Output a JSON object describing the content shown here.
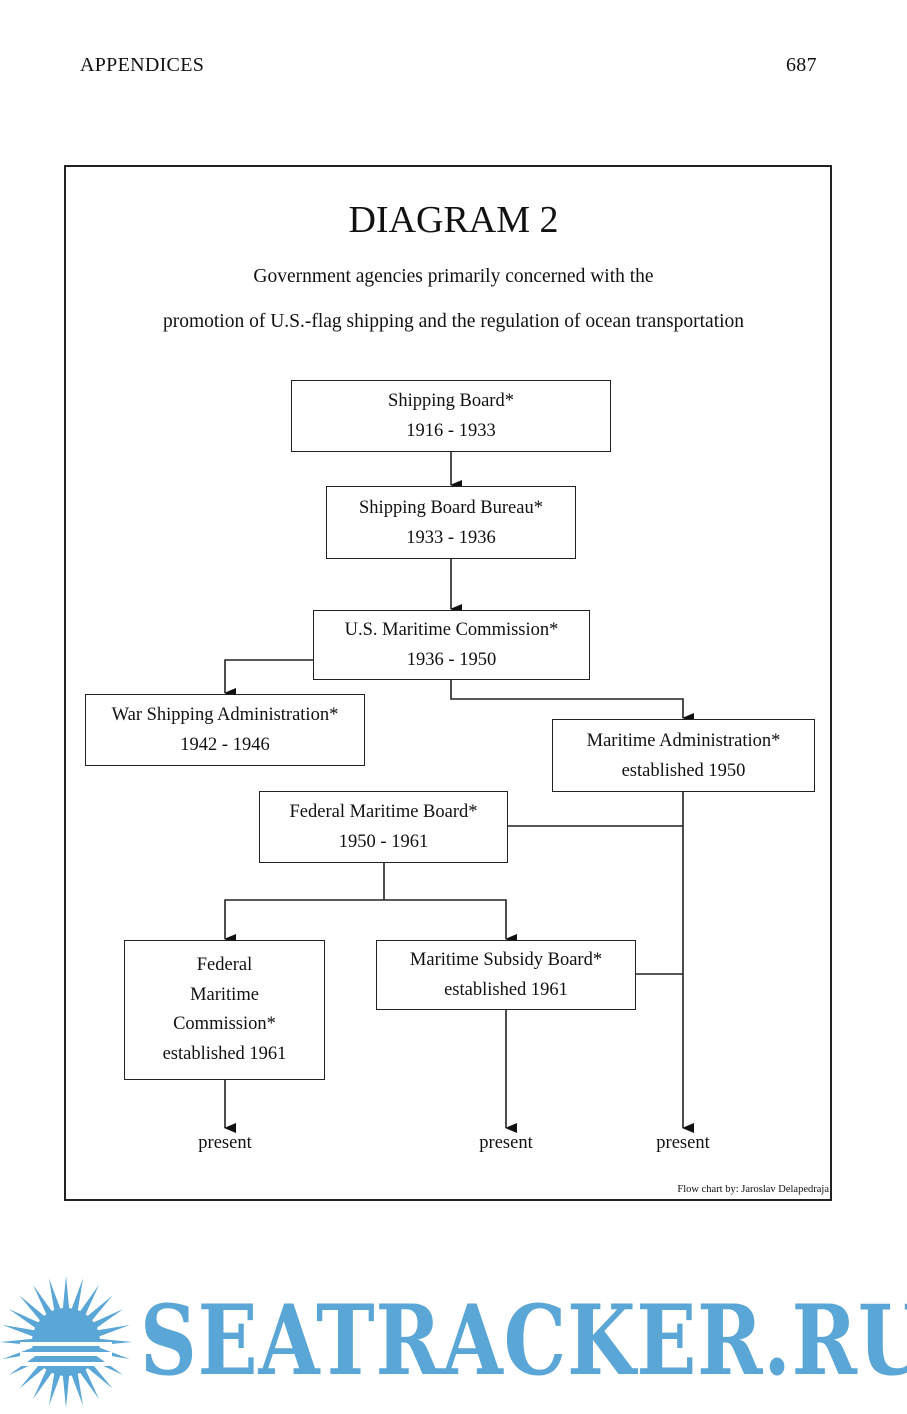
{
  "header": {
    "section": "APPENDICES",
    "page_number": "687"
  },
  "diagram": {
    "title": "DIAGRAM 2",
    "subtitle_line1": "Government agencies primarily concerned with the",
    "subtitle_line2": "promotion of U.S.-flag shipping and the regulation of ocean transportation",
    "nodes": {
      "shipping_board": {
        "name": "Shipping Board*",
        "dates": "1916 - 1933"
      },
      "shipping_board_bureau": {
        "name": "Shipping Board Bureau*",
        "dates": "1933 - 1936"
      },
      "us_maritime_commission": {
        "name": "U.S. Maritime Commission*",
        "dates": "1936 - 1950"
      },
      "war_shipping_administration": {
        "name": "War Shipping Administration*",
        "dates": "1942 - 1946"
      },
      "maritime_administration": {
        "name": "Maritime Administration*",
        "dates": "established 1950"
      },
      "federal_maritime_board": {
        "name": "Federal Maritime Board*",
        "dates": "1950 - 1961"
      },
      "federal_maritime_commission": {
        "line1": "Federal",
        "line2": "Maritime",
        "line3": "Commission*",
        "dates": "established 1961"
      },
      "maritime_subsidy_board": {
        "name": "Maritime Subsidy Board*",
        "dates": "established 1961"
      }
    },
    "endpoints": {
      "present_1": "present",
      "present_2": "present",
      "present_3": "present"
    },
    "credit": "Flow chart by:  Jaroslav Delapedraja"
  },
  "watermark": {
    "text": "SEATRACKER.RU",
    "color": "#5aa6d6"
  }
}
